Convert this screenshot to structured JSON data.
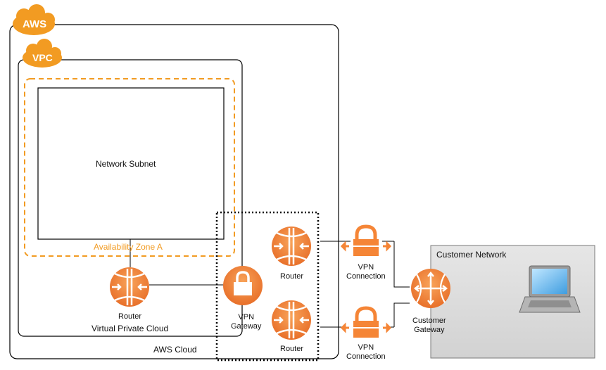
{
  "aws_badge": "AWS",
  "vpc_badge": "VPC",
  "aws_cloud_label": "AWS Cloud",
  "vpc_label": "Virtual Private Cloud",
  "availability_zone_label": "Availability Zone A",
  "subnet_label": "Network Subnet",
  "vpc_router_label": "Router",
  "vpn_gateway_label": "VPN\nGateway",
  "edge_router_top_label": "Router",
  "edge_router_bottom_label": "Router",
  "vpn_connection_top_label": "VPN\nConnection",
  "vpn_connection_bottom_label": "VPN\nConnection",
  "customer_network_label": "Customer Network",
  "customer_gateway_label": "Customer\nGateway",
  "colors": {
    "aws_orange": "#f58536",
    "badge_orange": "#f29b22",
    "customer_network_bg": "#e0e0e0"
  },
  "icons": [
    "router-icon",
    "lock-icon",
    "laptop-icon"
  ]
}
